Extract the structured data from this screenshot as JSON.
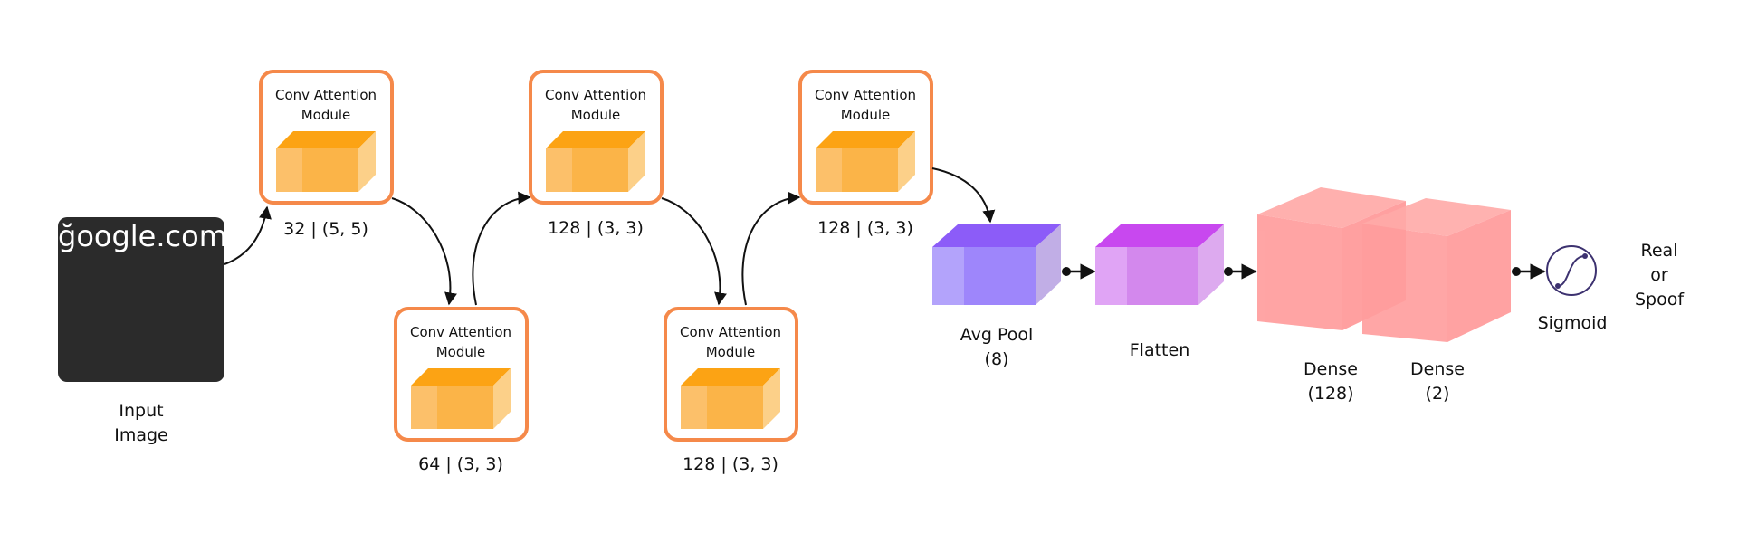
{
  "input": {
    "thumbnail_text": "ğoogle.com",
    "label_line1": "Input",
    "label_line2": "Image"
  },
  "conv_modules": [
    {
      "title_line1": "Conv Attention",
      "title_line2": "Module",
      "params": "32 | (5, 5)"
    },
    {
      "title_line1": "Conv Attention",
      "title_line2": "Module",
      "params": "64 | (3, 3)"
    },
    {
      "title_line1": "Conv Attention",
      "title_line2": "Module",
      "params": "128 | (3, 3)"
    },
    {
      "title_line1": "Conv Attention",
      "title_line2": "Module",
      "params": "128 | (3, 3)"
    },
    {
      "title_line1": "Conv Attention",
      "title_line2": "Module",
      "params": "128 | (3, 3)"
    }
  ],
  "avgpool": {
    "label_line1": "Avg Pool",
    "label_line2": "(8)"
  },
  "flatten": {
    "label": "Flatten"
  },
  "dense1": {
    "label_line1": "Dense",
    "label_line2": "(128)"
  },
  "dense2": {
    "label_line1": "Dense",
    "label_line2": "(2)"
  },
  "sigmoid": {
    "label": "Sigmoid"
  },
  "output": {
    "line1": "Real",
    "line2": "or",
    "line3": "Spoof"
  },
  "colors": {
    "module_border": "#f5894a",
    "cuboid_orange": "#fbb448",
    "avgpool_purple": "#9678f8",
    "flatten_magenta": "#d57ef0",
    "dense_pink": "#ff9fa0",
    "input_dark": "#2b2b2b",
    "sigmoid_stroke": "#3d3270"
  }
}
